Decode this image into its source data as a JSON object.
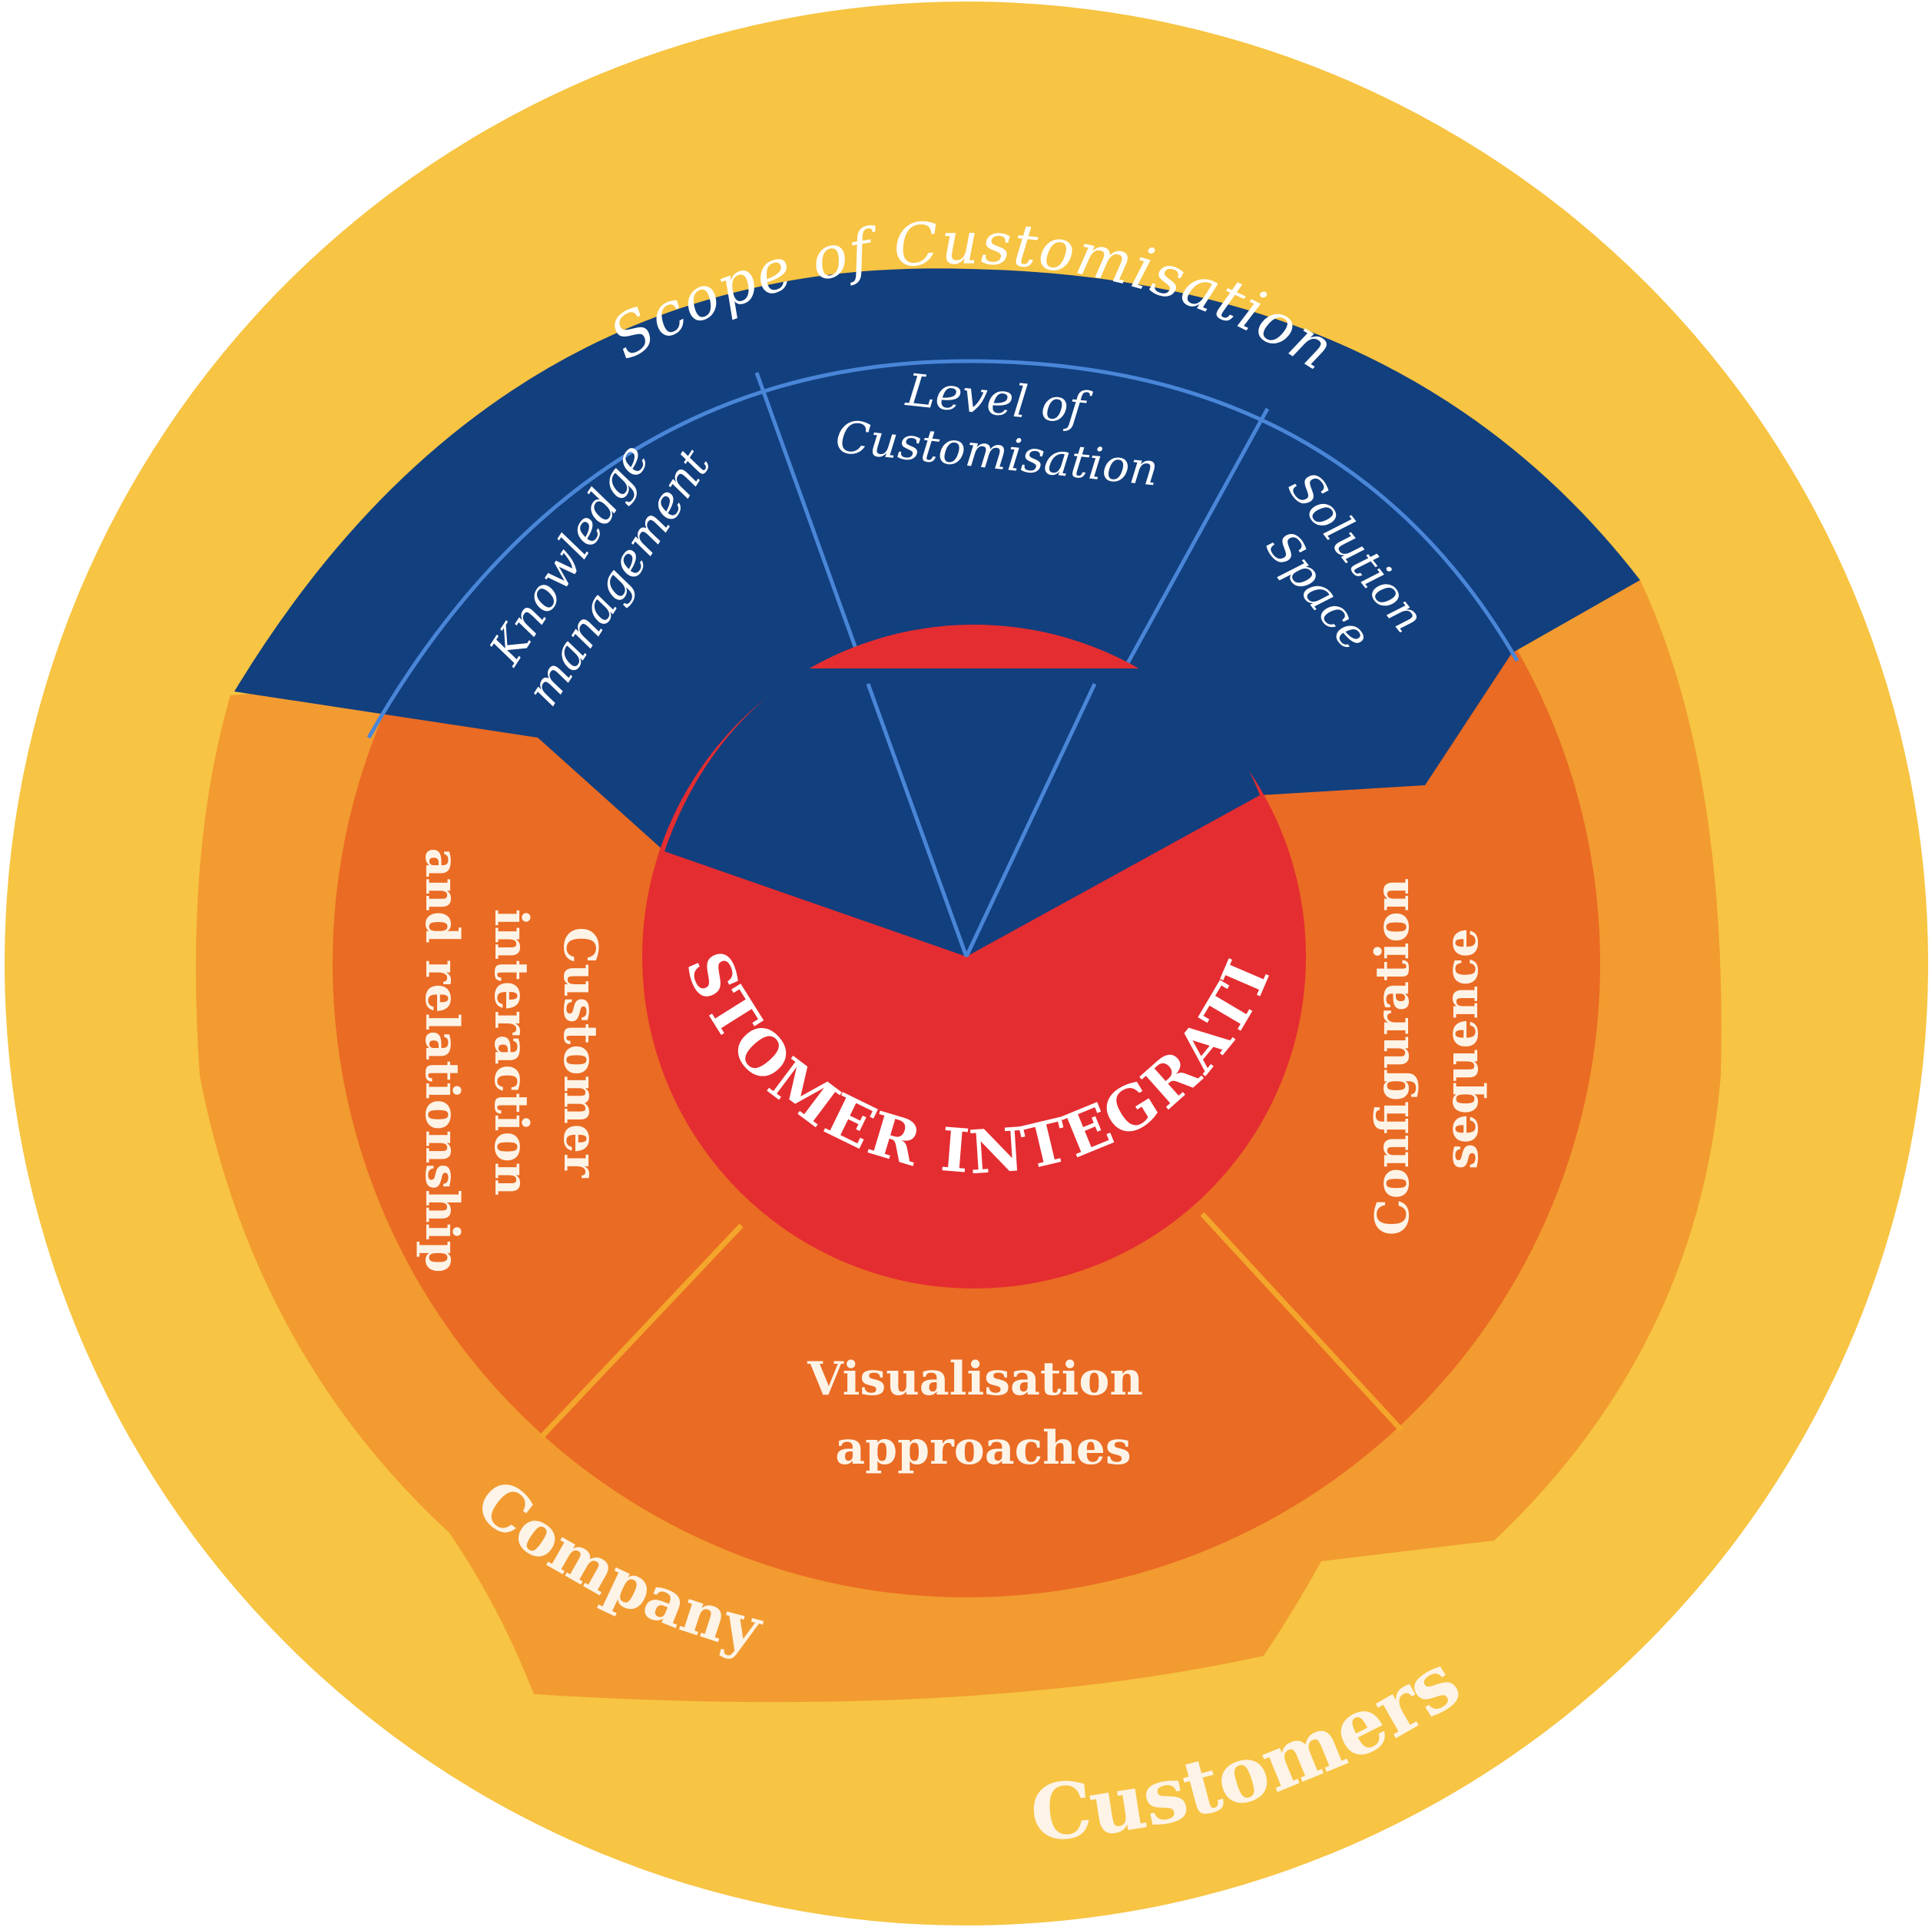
{
  "colors": {
    "outer_ring": "#f7c443",
    "company_band": "#f29b30",
    "process_ring": "#ea6b23",
    "scope_region": "#123f7e",
    "core": "#e42d31",
    "label_text": "#ffffff"
  },
  "outer_ring": {
    "label": "Customers"
  },
  "company_layer": {
    "label": "Company"
  },
  "scope": {
    "title": "Scope of Customisation",
    "segments": [
      {
        "lines": [
          "Knowledge",
          "management"
        ]
      },
      {
        "lines": [
          "Level of",
          "Customisation"
        ]
      },
      {
        "lines": [
          "Solution",
          "Space"
        ]
      }
    ]
  },
  "process_segments": [
    {
      "lines": [
        "Customer",
        "interaction",
        "and relationship"
      ]
    },
    {
      "lines": [
        "Configuration",
        "sequence"
      ]
    },
    {
      "lines": [
        "Visualisation",
        "approaches"
      ]
    }
  ],
  "core": {
    "label": "Customer Integration"
  }
}
